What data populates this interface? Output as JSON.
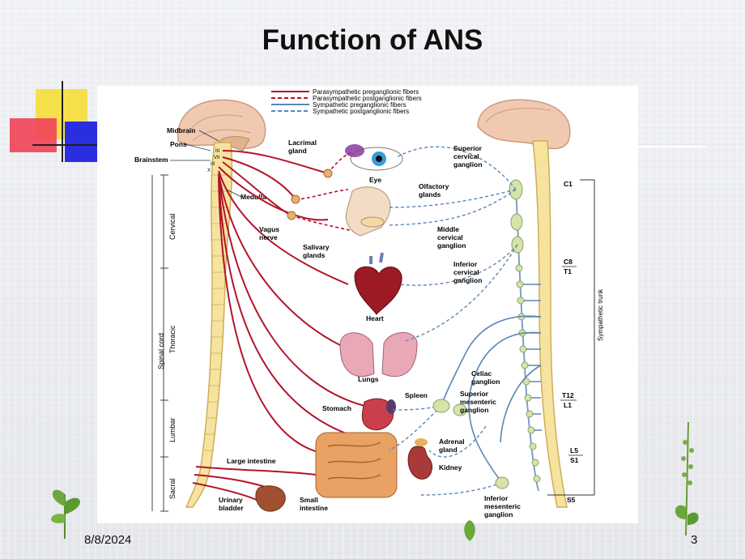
{
  "title": "Function of ANS",
  "footer": {
    "date": "8/8/2024",
    "page": "3"
  },
  "legend": [
    {
      "label": "Parasympathetic preganglionic fibers",
      "color": "#b3142a",
      "dash": false
    },
    {
      "label": "Parasympathetic postganglionic fibers",
      "color": "#b3142a",
      "dash": true
    },
    {
      "label": "Sympathetic preganglionic fibers",
      "color": "#5b86b5",
      "dash": false
    },
    {
      "label": "Sympathetic postganglionic fibers",
      "color": "#5b86b5",
      "dash": true
    }
  ],
  "left_labels": {
    "midbrain": "Midbrain",
    "pons": "Pons",
    "brainstem": "Brainstem",
    "medulla": "Medulla",
    "vagus": "Vagus\nnerve",
    "cervical": "Cervical",
    "thoracic": "Thoracic",
    "lumbar": "Lumbar",
    "sacral": "Sacral",
    "spinal_cord": "Spinal cord",
    "roman": [
      "III",
      "VII",
      "IX",
      "X"
    ]
  },
  "organs": {
    "lacrimal": "Lacrimal\ngland",
    "eye": "Eye",
    "olfactory": "Olfactory\nglands",
    "salivary": "Salivary\nglands",
    "heart": "Heart",
    "lungs": "Lungs",
    "stomach": "Stomach",
    "spleen": "Spleen",
    "large_intestine": "Large intestine",
    "adrenal": "Adrenal\ngland",
    "kidney": "Kidney",
    "bladder": "Urinary\nbladder",
    "small_intestine": "Small\nintestine"
  },
  "ganglia": {
    "superior_cervical": "Superior\ncervical\nganglion",
    "middle_cervical": "Middle\ncervical\nganglion",
    "inferior_cervical": "Inferior\ncervical\nganglion",
    "celiac": "Celiac\nganglion",
    "superior_mesenteric": "Superior\nmesenteric\nganglion",
    "inferior_mesenteric": "Inferior\nmesenteric\nganglion"
  },
  "right_labels": {
    "c1": "C1",
    "c8": "C8",
    "t1": "T1",
    "t12": "T12",
    "l1": "L1",
    "l5": "L5",
    "s1": "S1",
    "s5": "S5",
    "sympathetic_trunk": "Sympathetic trunk"
  }
}
